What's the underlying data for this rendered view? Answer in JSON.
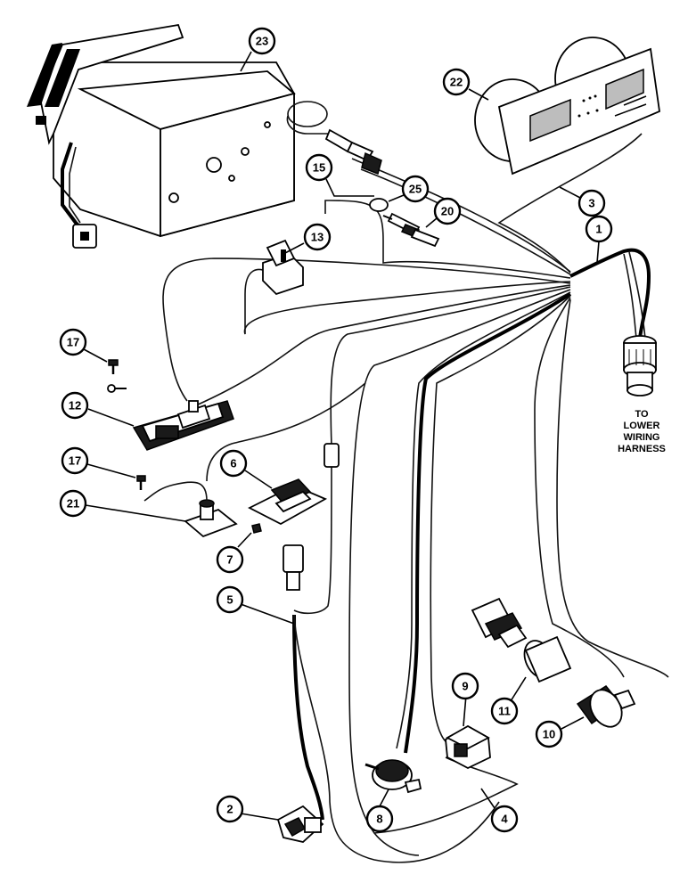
{
  "callouts": [
    "23",
    "22",
    "15",
    "25",
    "20",
    "3",
    "1",
    "13",
    "17",
    "12",
    "6",
    "21",
    "7",
    "5",
    "9",
    "11",
    "10",
    "2",
    "8",
    "4"
  ],
  "harness_label": [
    "TO",
    "LOWER",
    "WIRING",
    "HARNESS"
  ]
}
